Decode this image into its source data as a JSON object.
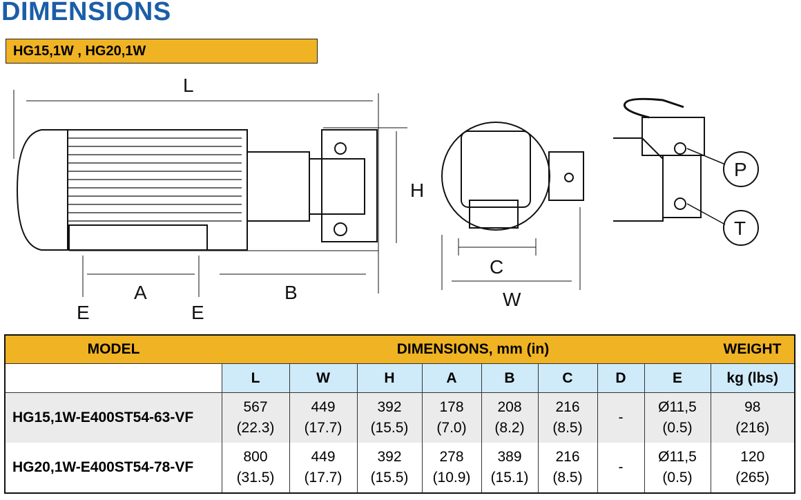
{
  "title": "DIMENSIONS",
  "banner": "HG15,1W , HG20,1W",
  "diagram_labels": {
    "L": "L",
    "H": "H",
    "A": "A",
    "B": "B",
    "E1": "E",
    "E2": "E",
    "C": "C",
    "W": "W",
    "P": "P",
    "T": "T"
  },
  "table": {
    "header": {
      "model": "MODEL",
      "dimensions": "DIMENSIONS, mm (in)",
      "weight": "WEIGHT"
    },
    "columns": [
      "L",
      "W",
      "H",
      "A",
      "B",
      "C",
      "D",
      "E",
      "kg (lbs)"
    ],
    "rows": [
      {
        "model": "HG15,1W-E400ST54-63-VF",
        "values": [
          [
            "567",
            "(22.3)"
          ],
          [
            "449",
            "(17.7)"
          ],
          [
            "392",
            "(15.5)"
          ],
          [
            "178",
            "(7.0)"
          ],
          [
            "208",
            "(8.2)"
          ],
          [
            "216",
            "(8.5)"
          ],
          [
            "-",
            ""
          ],
          [
            "Ø11,5",
            "(0.5)"
          ],
          [
            "98",
            "(216)"
          ]
        ]
      },
      {
        "model": "HG20,1W-E400ST54-78-VF",
        "values": [
          [
            "800",
            "(31.5)"
          ],
          [
            "449",
            "(17.7)"
          ],
          [
            "392",
            "(15.5)"
          ],
          [
            "278",
            "(10.9)"
          ],
          [
            "389",
            "(15.1)"
          ],
          [
            "216",
            "(8.5)"
          ],
          [
            "-",
            ""
          ],
          [
            "Ø11,5",
            "(0.5)"
          ],
          [
            "120",
            "(265)"
          ]
        ]
      }
    ]
  }
}
